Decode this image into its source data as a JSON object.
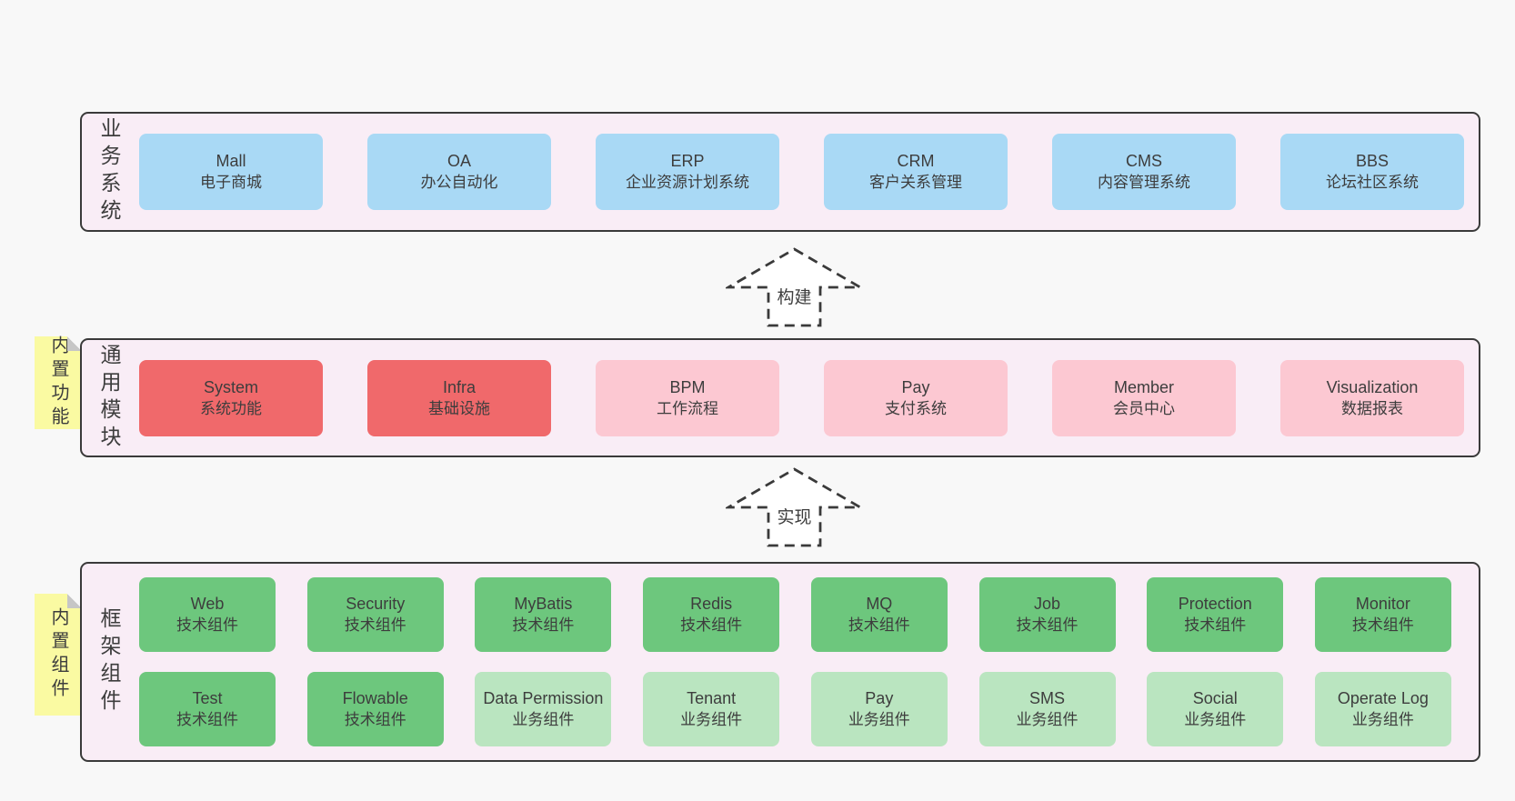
{
  "colors": {
    "pagebg": "#f8f8f8",
    "panelbg": "#f9edf6",
    "blue": "#a9d9f5",
    "red": "#f0696b",
    "pink": "#fcc8d2",
    "green": "#6dc77d",
    "lightgreen": "#bae5c0",
    "yellow": "#fafaa2",
    "fold": "#c6c6c6",
    "border": "#3a3a3a",
    "text": "#3d3d3d"
  },
  "arrows": [
    {
      "label": "构建"
    },
    {
      "label": "实现"
    }
  ],
  "sections": [
    {
      "id": "business-systems",
      "label": "业务系统",
      "tab": null,
      "rows": [
        {
          "boxes": [
            {
              "name": "Mall",
              "desc": "电子商城",
              "type": "blue"
            },
            {
              "name": "OA",
              "desc": "办公自动化",
              "type": "blue"
            },
            {
              "name": "ERP",
              "desc": "企业资源计划系统",
              "type": "blue"
            },
            {
              "name": "CRM",
              "desc": "客户关系管理",
              "type": "blue"
            },
            {
              "name": "CMS",
              "desc": "内容管理系统",
              "type": "blue"
            },
            {
              "name": "BBS",
              "desc": "论坛社区系统",
              "type": "blue"
            }
          ]
        }
      ]
    },
    {
      "id": "common-modules",
      "label": "通用模块",
      "tab": "内置功能",
      "rows": [
        {
          "boxes": [
            {
              "name": "System",
              "desc": "系统功能",
              "type": "red"
            },
            {
              "name": "Infra",
              "desc": "基础设施",
              "type": "red"
            },
            {
              "name": "BPM",
              "desc": "工作流程",
              "type": "pink"
            },
            {
              "name": "Pay",
              "desc": "支付系统",
              "type": "pink"
            },
            {
              "name": "Member",
              "desc": "会员中心",
              "type": "pink"
            },
            {
              "name": "Visualization",
              "desc": "数据报表",
              "type": "pink"
            }
          ]
        }
      ]
    },
    {
      "id": "framework-components",
      "label": "框架组件",
      "tab": "内置组件",
      "rows": [
        {
          "boxes": [
            {
              "name": "Web",
              "desc": "技术组件",
              "type": "green"
            },
            {
              "name": "Security",
              "desc": "技术组件",
              "type": "green"
            },
            {
              "name": "MyBatis",
              "desc": "技术组件",
              "type": "green"
            },
            {
              "name": "Redis",
              "desc": "技术组件",
              "type": "green"
            },
            {
              "name": "MQ",
              "desc": "技术组件",
              "type": "green"
            },
            {
              "name": "Job",
              "desc": "技术组件",
              "type": "green"
            },
            {
              "name": "Protection",
              "desc": "技术组件",
              "type": "green"
            },
            {
              "name": "Monitor",
              "desc": "技术组件",
              "type": "green"
            }
          ]
        },
        {
          "boxes": [
            {
              "name": "Test",
              "desc": "技术组件",
              "type": "green"
            },
            {
              "name": "Flowable",
              "desc": "技术组件",
              "type": "green"
            },
            {
              "name": "Data Permission",
              "desc": "业务组件",
              "type": "lightgreen"
            },
            {
              "name": "Tenant",
              "desc": "业务组件",
              "type": "lightgreen"
            },
            {
              "name": "Pay",
              "desc": "业务组件",
              "type": "lightgreen"
            },
            {
              "name": "SMS",
              "desc": "业务组件",
              "type": "lightgreen"
            },
            {
              "name": "Social",
              "desc": "业务组件",
              "type": "lightgreen"
            },
            {
              "name": "Operate Log",
              "desc": "业务组件",
              "type": "lightgreen"
            }
          ]
        }
      ]
    }
  ]
}
